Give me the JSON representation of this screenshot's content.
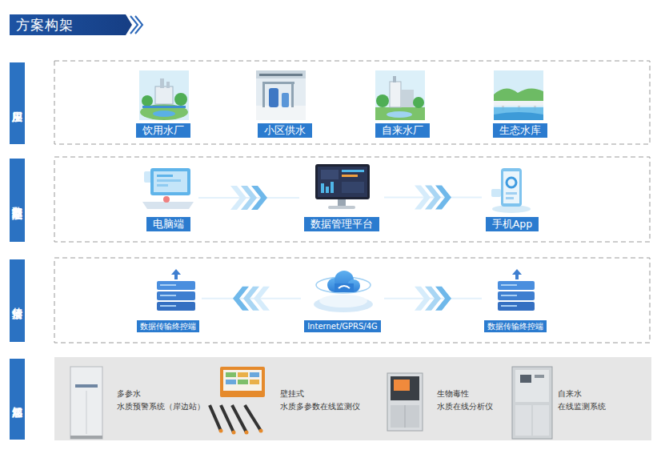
{
  "diagram": {
    "title": "方案构架",
    "nodes": [
      {
        "text": [
          "应用层"
        ]
      },
      {
        "text": [
          "饮用水厂"
        ],
        "in": 0
      },
      {
        "text": [
          "小区供水"
        ],
        "in": 0
      },
      {
        "text": [
          "自来水厂"
        ],
        "in": 0
      },
      {
        "text": [
          "生态水库"
        ],
        "in": 0
      },
      {
        "text": [
          "数据处理层"
        ]
      },
      {
        "text": [
          "电脑端"
        ],
        "in": 5
      },
      {
        "text": [
          "数据管理平台"
        ],
        "in": 5
      },
      {
        "text": [
          "手机App"
        ],
        "in": 5
      },
      {
        "text": [
          "传输层"
        ]
      },
      {
        "text": [
          "数据传输终控端"
        ],
        "in": 9
      },
      {
        "text": [
          "Internet/GPRS/4G"
        ],
        "in": 9
      },
      {
        "text": [
          "数据传输终控端"
        ],
        "in": 9
      },
      {
        "text": [
          "感知层"
        ]
      }
    ],
    "edges": [
      {
        "from": 6,
        "to": 7,
        "arrow": "to"
      },
      {
        "from": 7,
        "to": 8,
        "arrow": "to"
      },
      {
        "from": 11,
        "to": 10,
        "arrow": "to"
      },
      {
        "from": 11,
        "to": 12,
        "arrow": "to"
      }
    ],
    "labels": [
      "多参水 水质预警系统（岸边站）",
      "壁挂式 水质多参数在线监测仪",
      "生物毒性 水质在线分析仪",
      "自来水 在线监测系统"
    ]
  }
}
